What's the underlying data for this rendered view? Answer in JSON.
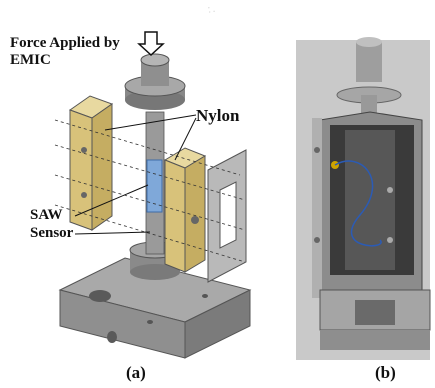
{
  "panel_a": {
    "force_label_line1": "Force Applied by",
    "force_label_line2": "EMIC",
    "nylon_label": "Nylon",
    "saw_label_line1": "SAW",
    "saw_label_line2": "Sensor",
    "caption": "(a)"
  },
  "panel_b": {
    "caption": "(b)"
  },
  "watermark": "·.·"
}
